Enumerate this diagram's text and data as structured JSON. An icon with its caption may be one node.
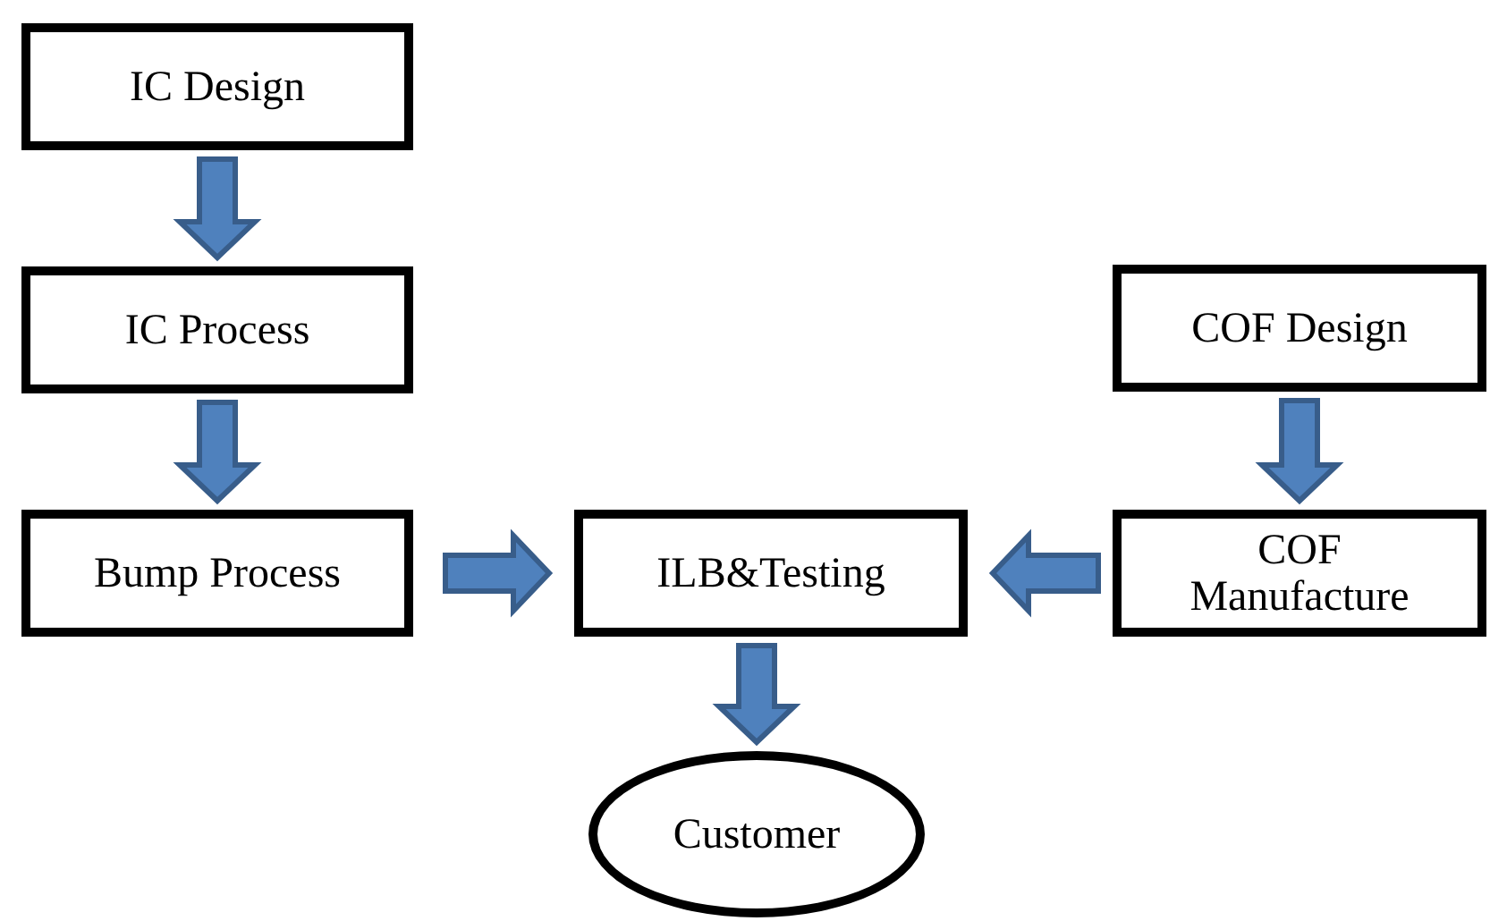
{
  "diagram": {
    "nodes": [
      {
        "text": [
          "IC Design"
        ]
      },
      {
        "text": [
          "IC Process"
        ]
      },
      {
        "text": [
          "Bump Process"
        ]
      },
      {
        "text": [
          "ILB&Testing"
        ]
      },
      {
        "text": [
          "COF Design"
        ]
      },
      {
        "text": [
          "COF Manufacture"
        ]
      },
      {
        "text": [
          "Customer"
        ]
      }
    ],
    "edges": [
      {
        "from": 0,
        "to": 1,
        "arrow": "to"
      },
      {
        "from": 1,
        "to": 2,
        "arrow": "to"
      },
      {
        "from": 2,
        "to": 3,
        "arrow": "to"
      },
      {
        "from": 5,
        "to": 3,
        "arrow": "to"
      },
      {
        "from": 4,
        "to": 5,
        "arrow": "to"
      },
      {
        "from": 3,
        "to": 6,
        "arrow": "to"
      }
    ]
  }
}
